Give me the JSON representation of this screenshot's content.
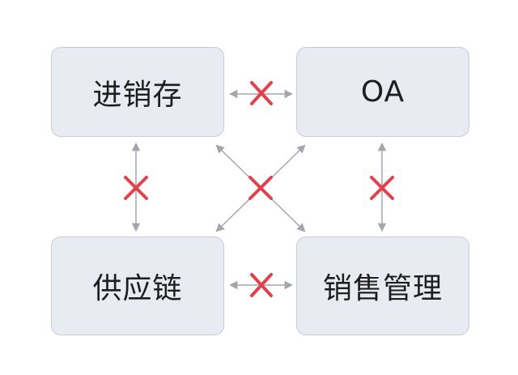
{
  "nodes": {
    "inventory": {
      "label": "进销存"
    },
    "oa": {
      "label": "OA"
    },
    "supply_chain": {
      "label": "供应链"
    },
    "sales_management": {
      "label": "销售管理"
    }
  },
  "colors": {
    "box_fill": "#e9ebf2",
    "box_border": "#c9ccd6",
    "arrow": "#a3a6ad",
    "cross": "#e2404b"
  },
  "icons": {
    "connection": "double-arrow-icon",
    "blocked": "red-cross-icon"
  }
}
